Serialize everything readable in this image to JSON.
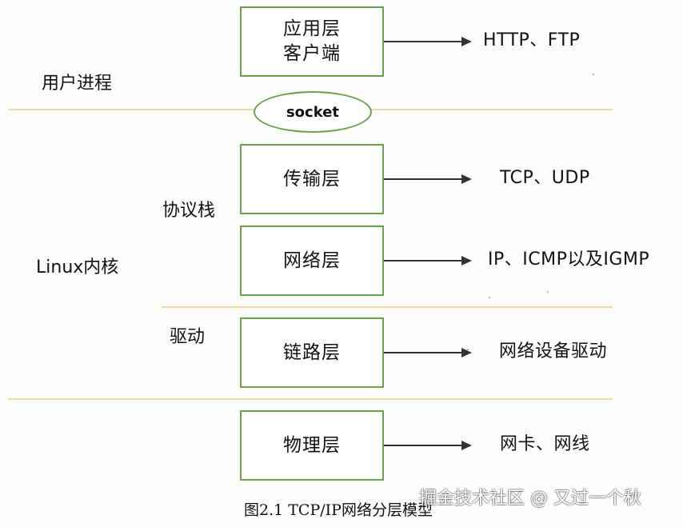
{
  "colors": {
    "box_border": "#6aa14c",
    "rule": "#ead9a0"
  },
  "labels": {
    "user_process": "用户进程",
    "protocol_stack": "协议栈",
    "linux_kernel": "Linux内核",
    "driver": "驱动"
  },
  "socket": "socket",
  "layers": {
    "application_line1": "应用层",
    "application_line2": "客户端",
    "transport": "传输层",
    "network": "网络层",
    "link": "链路层",
    "physical": "物理层"
  },
  "protocols": {
    "application": "HTTP、FTP",
    "transport": "TCP、UDP",
    "network": "IP、ICMP以及IGMP",
    "link": "网络设备驱动",
    "physical": "网卡、网线"
  },
  "caption": "图2.1    TCP/IP网络分层模型",
  "watermark": "掘金技术社区 @ 又过一个秋"
}
